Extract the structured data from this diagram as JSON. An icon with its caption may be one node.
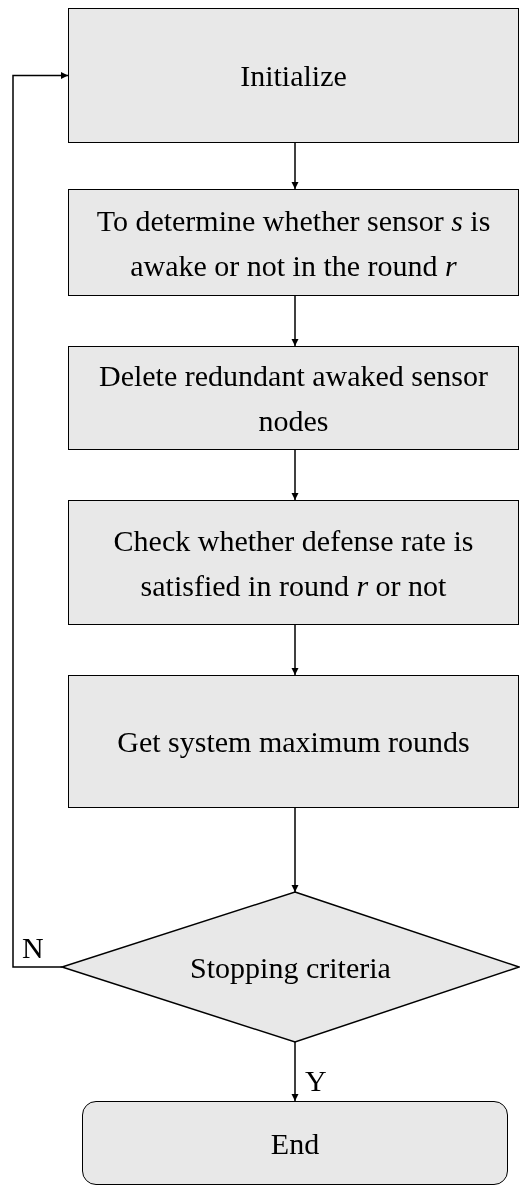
{
  "diagram": {
    "nodes": [
      {
        "text": [
          "Initialize"
        ]
      },
      {
        "text": [
          "To determine whether sensor *s* is awake or not in the round *r*"
        ]
      },
      {
        "text": [
          "Delete redundant awaked sensor nodes"
        ]
      },
      {
        "text": [
          "Check whether defense rate is satisfied in round *r* or not"
        ]
      },
      {
        "text": [
          "Get system maximum rounds"
        ]
      },
      {
        "text": [
          "Stopping criteria"
        ]
      },
      {
        "text": [
          "End"
        ]
      }
    ],
    "edges": [
      {
        "from": 0,
        "to": 1,
        "arrow": "to"
      },
      {
        "from": 1,
        "to": 2,
        "arrow": "to"
      },
      {
        "from": 2,
        "to": 3,
        "arrow": "to"
      },
      {
        "from": 3,
        "to": 4,
        "arrow": "to"
      },
      {
        "from": 4,
        "to": 5,
        "arrow": "to"
      },
      {
        "from": 5,
        "to": 6,
        "arrow": "to",
        "label": "Y"
      },
      {
        "from": 5,
        "to": 0,
        "arrow": "to",
        "label": "N"
      }
    ]
  }
}
